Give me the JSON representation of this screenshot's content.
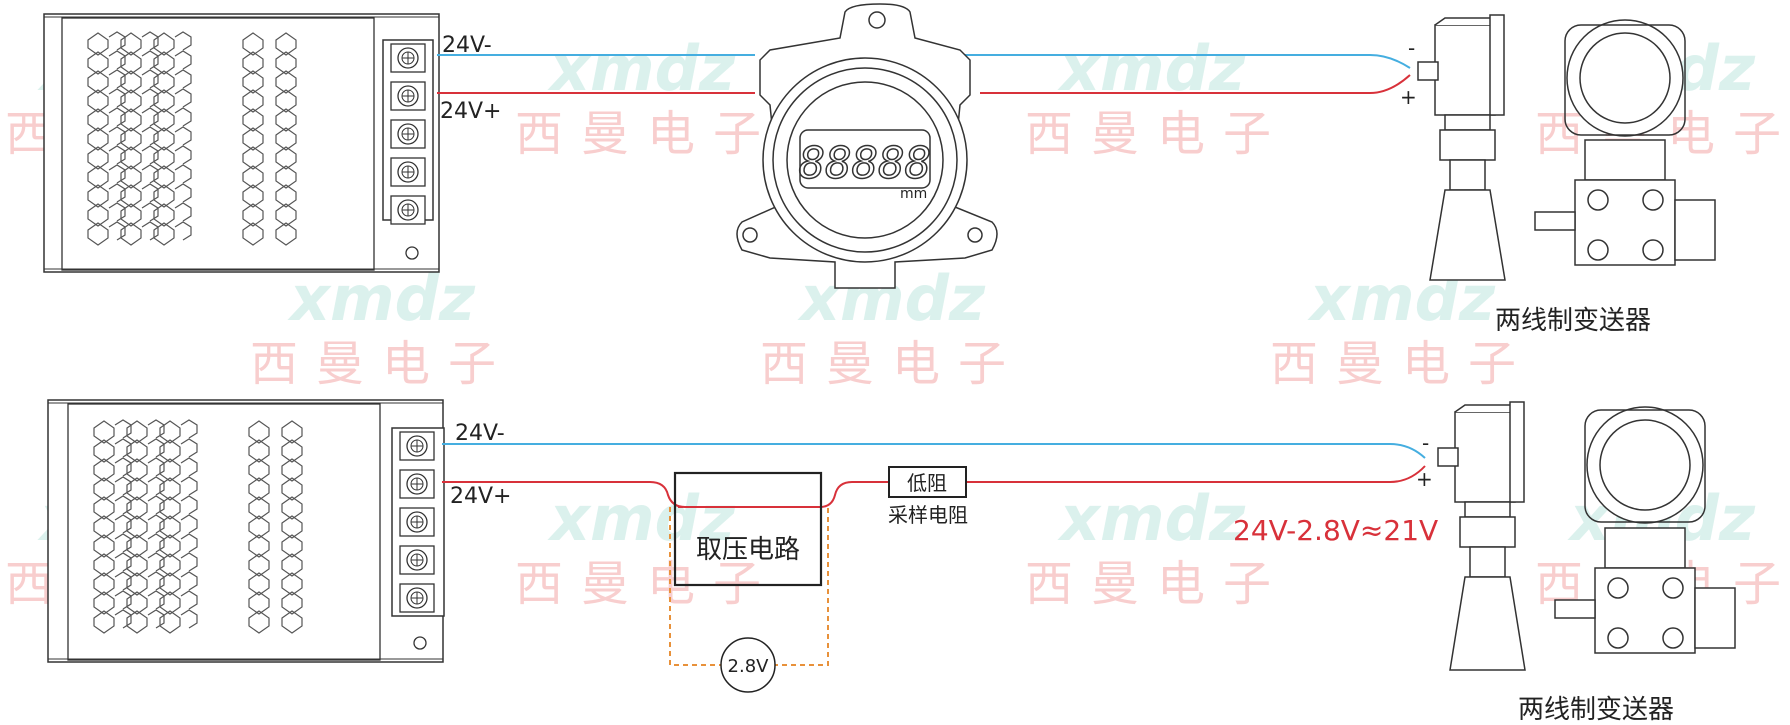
{
  "watermark": {
    "brand": "xmdz",
    "company": "西曼电子"
  },
  "colors": {
    "negative_wire": "#45aee0",
    "positive_wire": "#d8313a",
    "dashed_loop": "#e8913a",
    "calc_text": "#d8313a"
  },
  "diagram_top": {
    "terminal_neg_label": "24V-",
    "terminal_pos_label": "24V+",
    "display_digits": "88888",
    "display_unit": "mm",
    "transmitter_minus": "-",
    "transmitter_plus": "+",
    "transmitter_caption": "两线制变送器"
  },
  "diagram_bottom": {
    "terminal_neg_label": "24V-",
    "terminal_pos_label": "24V+",
    "pickup_circuit_label": "取压电路",
    "resistor_label": "低阻",
    "resistor_caption": "采样电阻",
    "voltage_meter_label": "2.8V",
    "voltage_calc": "24V-2.8V≈21V",
    "transmitter_minus": "-",
    "transmitter_plus": "+",
    "transmitter_caption": "两线制变送器"
  }
}
